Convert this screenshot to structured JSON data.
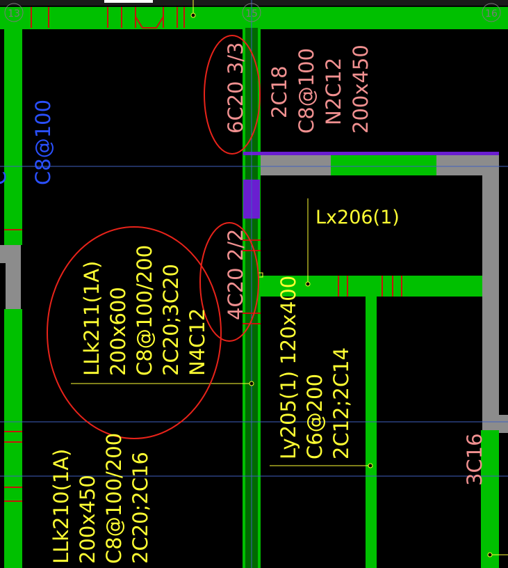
{
  "colors": {
    "background": "#000000",
    "beam_green": "#00c000",
    "beam_dark": "#006a00",
    "wall_gray": "#8c8c8c",
    "column_purple": "#6a1ed0",
    "grid_blue": "#3f5fbf",
    "rebar_red": "#c8140a",
    "annotation_red": "#e8231a",
    "text_yellow": "#ffff33",
    "text_pink": "#f09090",
    "text_blue": "#2a50ff",
    "axis_bubble_gray": "#7a7a7a"
  },
  "axis_labels": {
    "a13": "13",
    "a15": "15",
    "a16": "16"
  },
  "labels": {
    "beam_6c20": "6C20 3/3",
    "beam_2c18": "2C18",
    "beam_c8_100_right": "C8@100",
    "beam_n2c12": "N2C12",
    "beam_200x450_top": "200x450",
    "beam_c8_100_left": "C8@100",
    "beam_cut_left": "C",
    "lx206": "Lx206(1)",
    "beam_4c20": "4C20 2/2",
    "llk211_name": "LLk211(1A)",
    "llk211_size": "200x600",
    "llk211_stirrup": "C8@100/200",
    "llk211_bars": "2C20;3C20",
    "llk211_side": "N4C12",
    "ly205_name": "Ly205(1) 120x400",
    "ly205_stirrup": "C6@200",
    "ly205_bars": "2C12;2C14",
    "llk210_name": "LLk210(1A)",
    "llk210_size": "200x450",
    "llk210_stirrup": "C8@100/200",
    "llk210_bars": "2C20;2C16",
    "beam_3c16": "3C16"
  }
}
